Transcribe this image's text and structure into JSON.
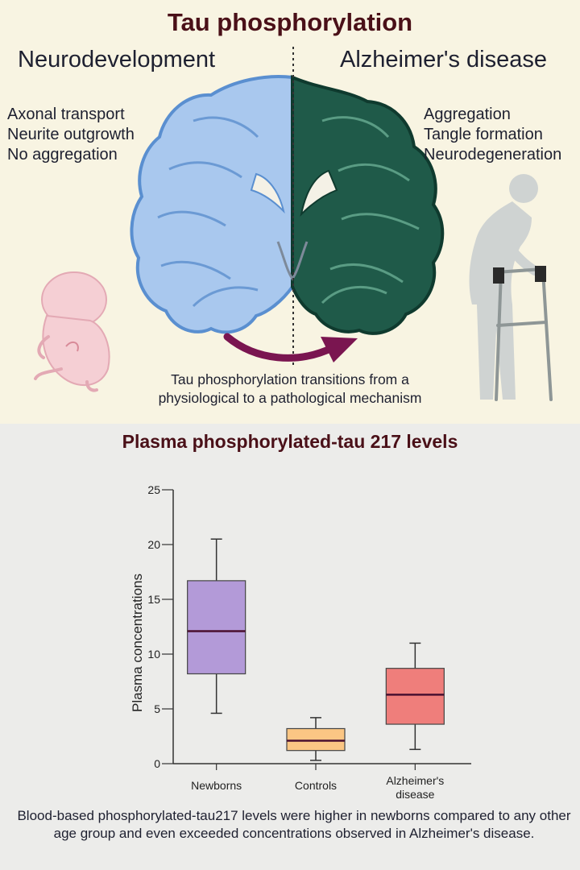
{
  "top_panel": {
    "title": "Tau phosphorylation",
    "left_heading": "Neurodevelopment",
    "right_heading": "Alzheimer's disease",
    "left_list": [
      "Axonal transport",
      "Neurite outgrowth",
      "No aggregation"
    ],
    "right_list": [
      "Aggregation",
      "Tangle formation",
      "Neurodegeneration"
    ],
    "caption": [
      "Tau phosphorylation transitions from a",
      "physiological to a pathological mechanism"
    ],
    "colors": {
      "healthy_brain": "#a9c8ee",
      "diseased_brain": "#1f5a49",
      "arrow": "#7a1550",
      "fetus": "#f5cfd4"
    },
    "icons": [
      "fetus-illustration",
      "brain-illustration",
      "elderly-person-with-walker-illustration",
      "curved-arrow-icon"
    ]
  },
  "bottom_panel": {
    "title": "Plasma phosphorylated-tau 217 levels",
    "footnote": "Blood-based phosphorylated-tau217 levels were higher in newborns compared to any other age group and even exceeded concentrations observed in Alzheimer's disease."
  },
  "chart_data": {
    "type": "box",
    "title": "Plasma phosphorylated-tau 217 levels",
    "xlabel": "",
    "ylabel": "Plasma concentrations",
    "ylim": [
      0,
      25
    ],
    "yticks": [
      0,
      5,
      10,
      15,
      20,
      25
    ],
    "grid": false,
    "categories": [
      "Newborns",
      "Controls",
      "Alzheimer's disease"
    ],
    "boxes": [
      {
        "category": "Newborns",
        "min": 4.6,
        "q1": 8.2,
        "median": 12.1,
        "q3": 16.7,
        "max": 20.5,
        "color": "#b39ad8"
      },
      {
        "category": "Controls",
        "min": 0.3,
        "q1": 1.2,
        "median": 2.1,
        "q3": 3.2,
        "max": 4.2,
        "color": "#fbc684"
      },
      {
        "category": "Alzheimer's disease",
        "min": 1.3,
        "q1": 3.6,
        "median": 6.3,
        "q3": 8.7,
        "max": 11.0,
        "color": "#ef7e7b"
      }
    ]
  }
}
